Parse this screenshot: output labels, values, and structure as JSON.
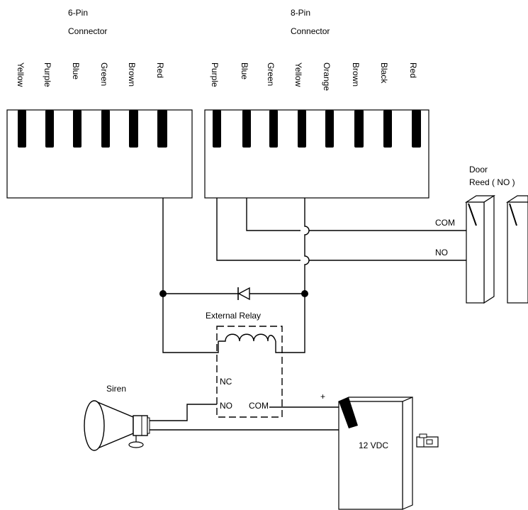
{
  "connectors": {
    "six_pin": {
      "title_line1": "6-Pin",
      "title_line2": "Connector",
      "wires": [
        "Yellow",
        "Purple",
        "Blue",
        "Green",
        "Brown",
        "Red"
      ]
    },
    "eight_pin": {
      "title_line1": "8-Pin",
      "title_line2": "Connector",
      "wires": [
        "Purple",
        "Blue",
        "Green",
        "Yellow",
        "Orange",
        "Brown",
        "Black",
        "Red"
      ]
    }
  },
  "door_reed": {
    "line1": "Door",
    "line2": "Reed  ( NO )",
    "com_label": "COM",
    "no_label": "NO"
  },
  "relay": {
    "title": "External Relay",
    "nc_label": "NC",
    "no_label": "NO",
    "com_label": "COM"
  },
  "siren": {
    "label": "Siren"
  },
  "power_supply": {
    "label": "12 VDC",
    "plus_label": "+"
  }
}
